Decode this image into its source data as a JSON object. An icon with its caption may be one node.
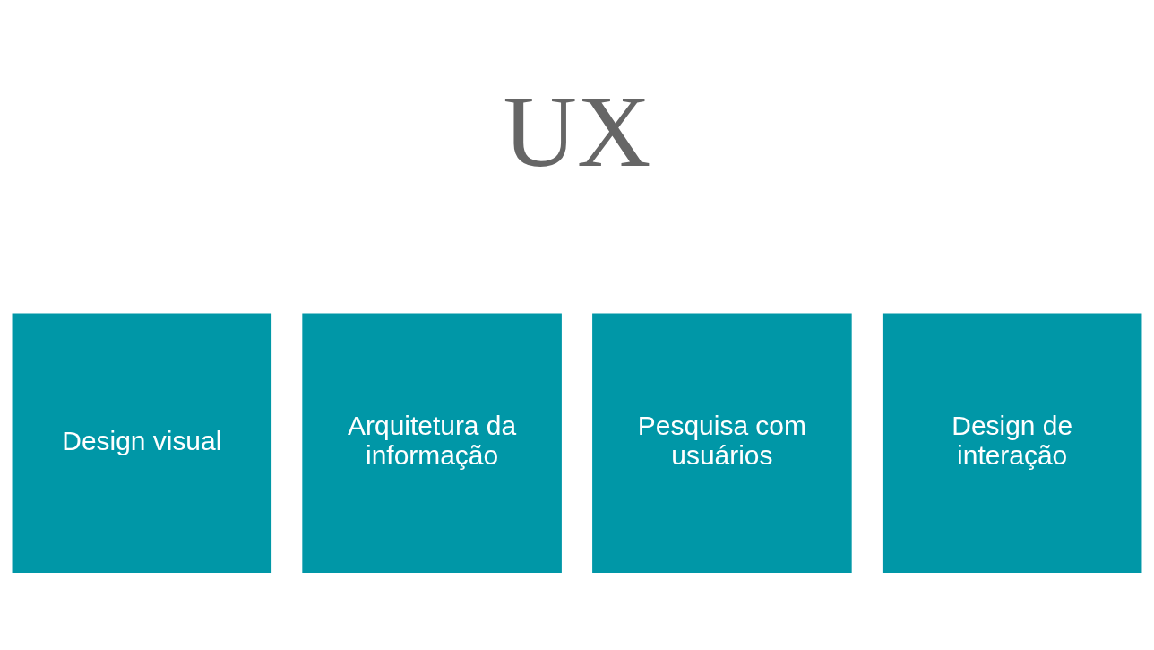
{
  "diagram": {
    "title": "UX",
    "nodes": [
      {
        "text": [
          "Design visual"
        ]
      },
      {
        "text": [
          "Arquitetura da informação"
        ]
      },
      {
        "text": [
          "Pesquisa com usuários"
        ]
      },
      {
        "text": [
          "Design de interação"
        ]
      }
    ]
  }
}
